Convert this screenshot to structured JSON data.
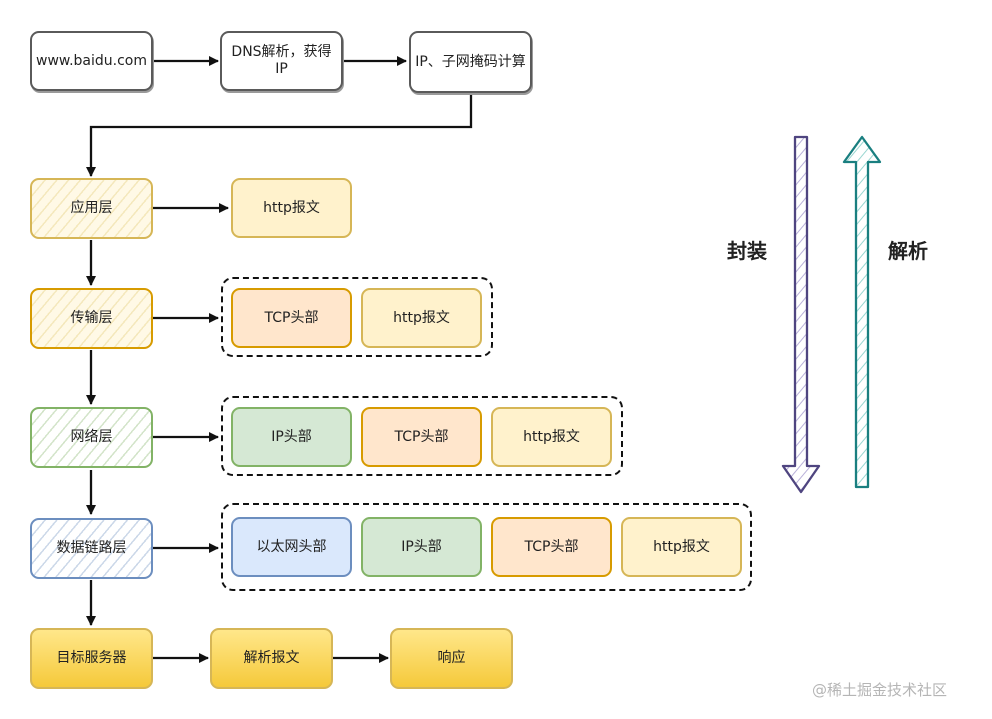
{
  "top_flow": {
    "domain": "www.baidu.com",
    "dns": "DNS解析，获得IP",
    "ip_calc": "IP、子网掩码计算"
  },
  "layers": {
    "application": "应用层",
    "transport": "传输层",
    "network": "网络层",
    "datalink": "数据链路层",
    "target_server": "目标服务器"
  },
  "packets": {
    "http_message": "http报文",
    "tcp_header": "TCP头部",
    "ip_header": "IP头部",
    "ethernet_header": "以太网头部"
  },
  "server_flow": {
    "parse_message": "解析报文",
    "response": "响应"
  },
  "arrows": {
    "encapsulate": "封装",
    "parse": "解析"
  },
  "watermark": "@稀土掘金技术社区",
  "colors": {
    "yellow": "#fff2cc",
    "orange": "#ffe6cc",
    "green": "#d5e8d4",
    "blue": "#dae8fc",
    "purple_arrow": "#5b4f8a",
    "teal_arrow": "#1a7f80"
  }
}
